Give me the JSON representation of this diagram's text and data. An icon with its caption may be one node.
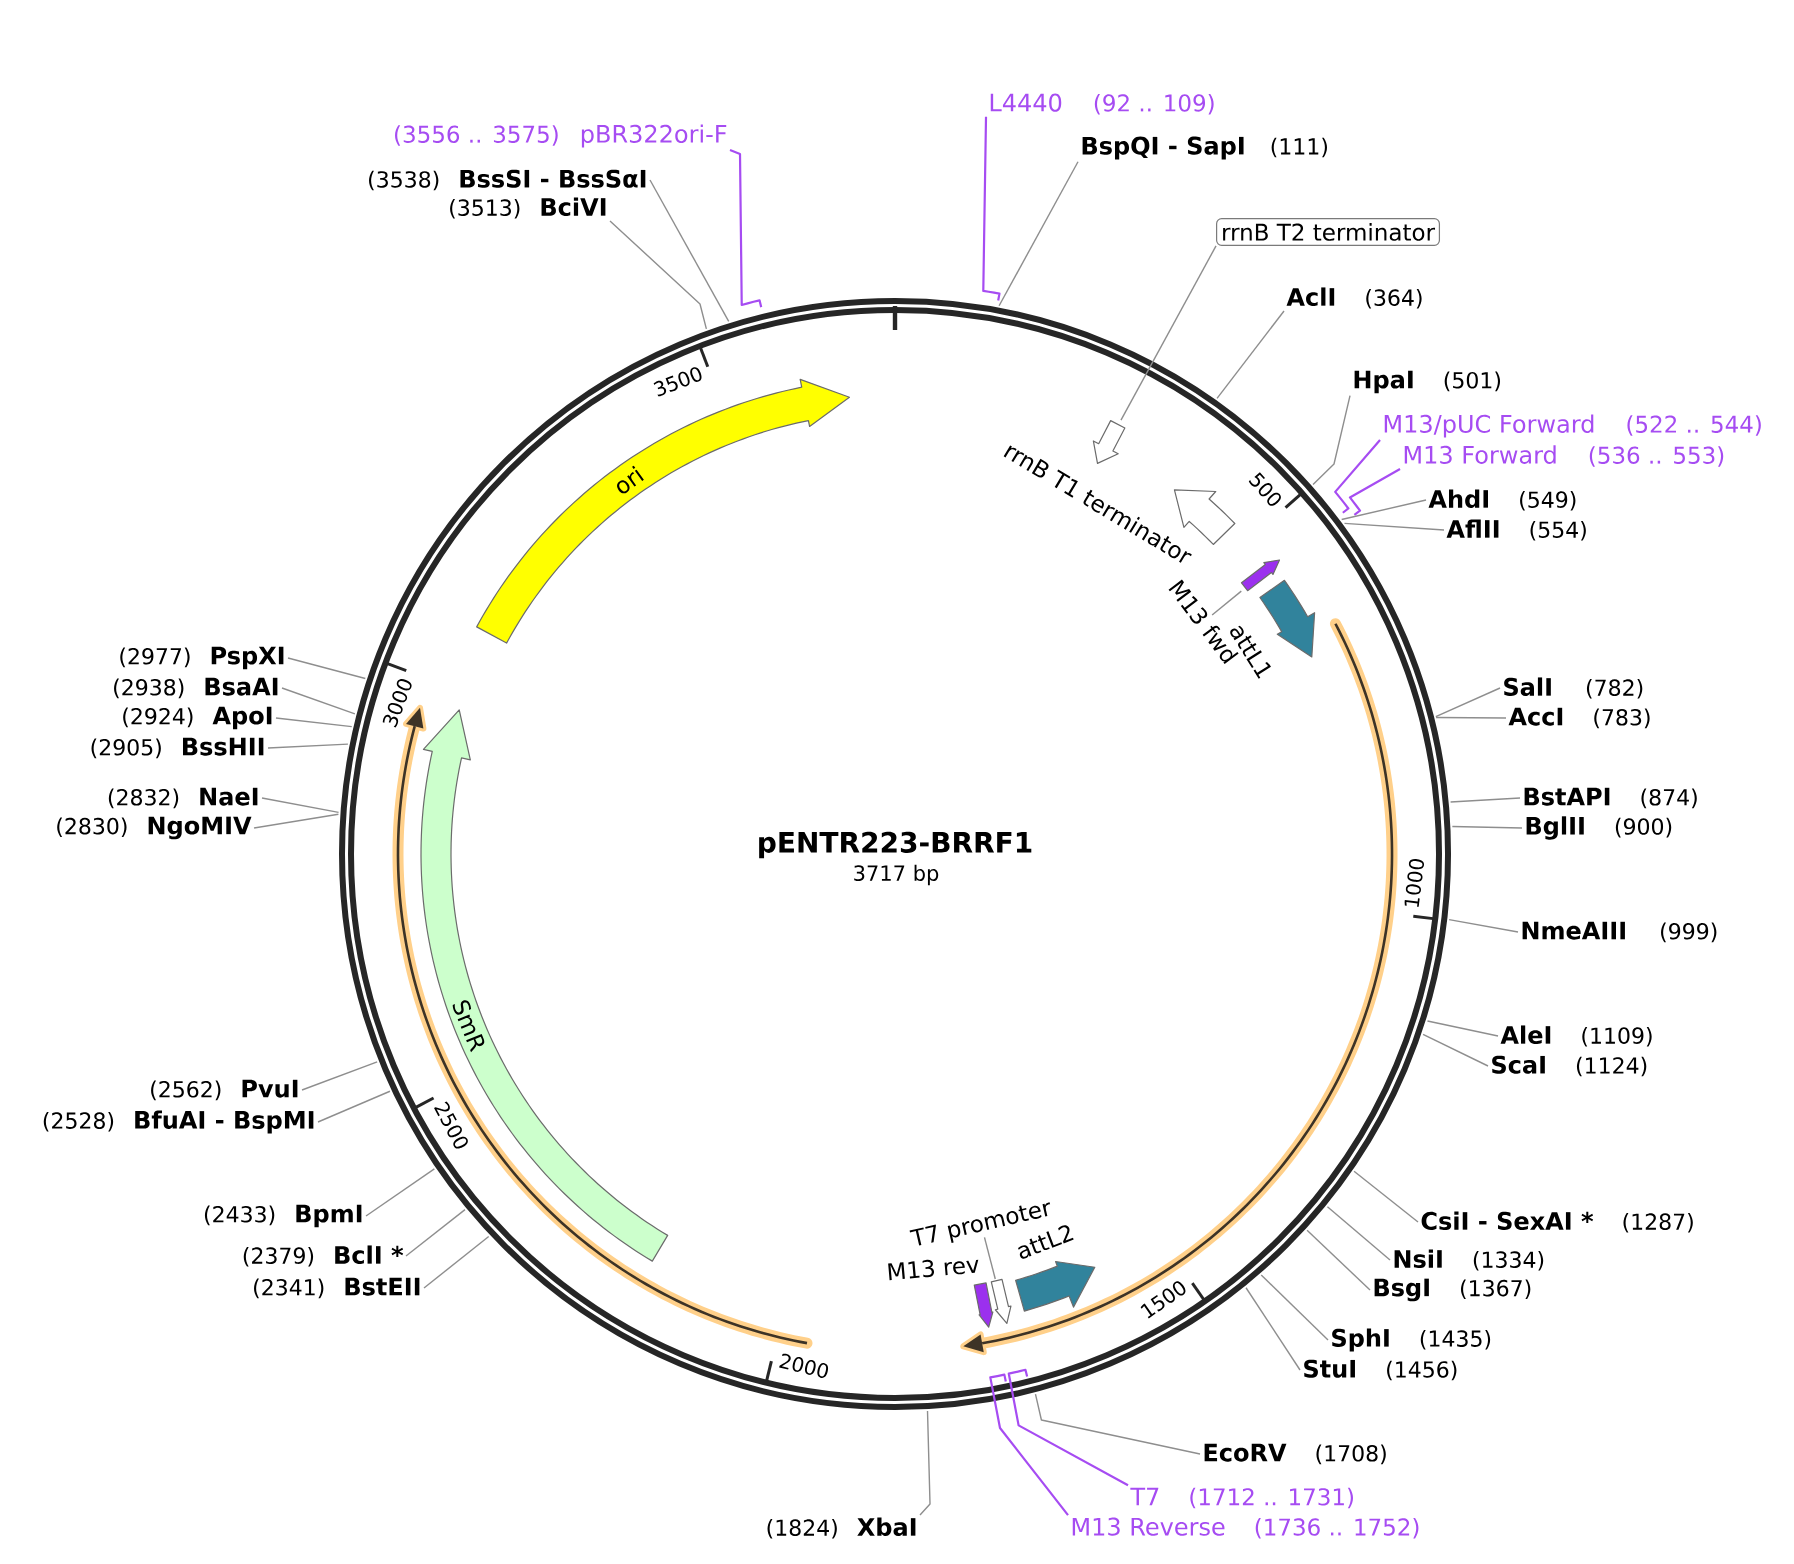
{
  "diagram": {
    "title": "pENTR223-BRRF1",
    "nodes": [
      {
        "text": [
          "(3556 .. 3575)",
          "pBR322ori-F"
        ]
      },
      {
        "text": [
          "(3538)",
          "BssSI - BssSαI"
        ]
      },
      {
        "text": [
          "(3513)",
          "BciVI"
        ]
      },
      {
        "text": [
          "L4440",
          "(92 .. 109)"
        ]
      },
      {
        "text": [
          "BspQI - SapI",
          "(111)"
        ]
      },
      {
        "text": [
          "rrnB T2 terminator"
        ]
      },
      {
        "text": [
          "AclI",
          "(364)"
        ]
      },
      {
        "text": [
          "HpaI",
          "(501)"
        ]
      },
      {
        "text": [
          "M13/pUC Forward",
          "(522 .. 544)"
        ]
      },
      {
        "text": [
          "M13 Forward",
          "(536 .. 553)"
        ]
      },
      {
        "text": [
          "AhdI",
          "(549)"
        ]
      },
      {
        "text": [
          "AflII",
          "(554)"
        ]
      },
      {
        "text": [
          "SalI",
          "(782)"
        ]
      },
      {
        "text": [
          "AccI",
          "(783)"
        ]
      },
      {
        "text": [
          "BstAPI",
          "(874)"
        ]
      },
      {
        "text": [
          "BglII",
          "(900)"
        ]
      },
      {
        "text": [
          "NmeAIII",
          "(999)"
        ]
      },
      {
        "text": [
          "AleI",
          "(1109)"
        ]
      },
      {
        "text": [
          "ScaI",
          "(1124)"
        ]
      },
      {
        "text": [
          "CsiI - SexAI *",
          "(1287)"
        ]
      },
      {
        "text": [
          "NsiI",
          "(1334)"
        ]
      },
      {
        "text": [
          "BsgI",
          "(1367)"
        ]
      },
      {
        "text": [
          "SphI",
          "(1435)"
        ]
      },
      {
        "text": [
          "StuI",
          "(1456)"
        ]
      },
      {
        "text": [
          "EcoRV",
          "(1708)"
        ]
      },
      {
        "text": [
          "T7",
          "(1712 .. 1731)"
        ]
      },
      {
        "text": [
          "M13 Reverse",
          "(1736 .. 1752)"
        ]
      },
      {
        "text": [
          "(1824)",
          "XbaI"
        ]
      },
      {
        "text": [
          "(2341)",
          "BstEII"
        ]
      },
      {
        "text": [
          "(2379)",
          "BclI *"
        ]
      },
      {
        "text": [
          "(2433)",
          "BpmI"
        ]
      },
      {
        "text": [
          "(2528)",
          "BfuAI - BspMI"
        ]
      },
      {
        "text": [
          "(2562)",
          "PvuI"
        ]
      },
      {
        "text": [
          "(2830)",
          "NgoMIV"
        ]
      },
      {
        "text": [
          "(2832)",
          "NaeI"
        ]
      },
      {
        "text": [
          "(2905)",
          "BssHII"
        ]
      },
      {
        "text": [
          "(2924)",
          "ApoI"
        ]
      },
      {
        "text": [
          "(2938)",
          "BsaAI"
        ]
      },
      {
        "text": [
          "(2977)",
          "PspXI"
        ]
      },
      {
        "text": [
          "ori"
        ]
      },
      {
        "text": [],
        "shape": "arrow"
      },
      {
        "text": [],
        "shape": "arrow",
        "beside": [
          "rrnB T1 terminator"
        ]
      },
      {
        "text": [
          "M13 fwd"
        ]
      },
      {
        "text": [],
        "shape": "arrow"
      },
      {
        "text": [],
        "shape": "arrow",
        "beside": [
          "attL1"
        ]
      },
      {
        "text": [
          "SmR"
        ]
      },
      {
        "text": [
          "T7 promoter"
        ]
      },
      {
        "text": [],
        "shape": "arrow",
        "beside": [
          "M13 rev"
        ]
      },
      {
        "text": [],
        "shape": "arrow"
      },
      {
        "text": [],
        "shape": "arrow",
        "beside": [
          "attL2"
        ]
      }
    ],
    "edges": [
      {
        "from": 0,
        "to": null,
        "arrow": "none",
        "color": "#a64cf2"
      },
      {
        "from": 1,
        "to": null,
        "arrow": "none"
      },
      {
        "from": 2,
        "to": null,
        "arrow": "none"
      },
      {
        "from": 3,
        "to": null,
        "arrow": "none",
        "color": "#a64cf2"
      },
      {
        "from": 4,
        "to": null,
        "arrow": "none"
      },
      {
        "from": 5,
        "to": 40,
        "arrow": "none"
      },
      {
        "from": 6,
        "to": null,
        "arrow": "none"
      },
      {
        "from": 7,
        "to": null,
        "arrow": "none"
      },
      {
        "from": 8,
        "to": null,
        "arrow": "none",
        "color": "#a64cf2"
      },
      {
        "from": 9,
        "to": null,
        "arrow": "none",
        "color": "#a64cf2"
      },
      {
        "from": 10,
        "to": null,
        "arrow": "none"
      },
      {
        "from": 11,
        "to": null,
        "arrow": "none"
      },
      {
        "from": 12,
        "to": null,
        "arrow": "none"
      },
      {
        "from": 13,
        "to": null,
        "arrow": "none"
      },
      {
        "from": 14,
        "to": null,
        "arrow": "none"
      },
      {
        "from": 15,
        "to": null,
        "arrow": "none"
      },
      {
        "from": 16,
        "to": null,
        "arrow": "none"
      },
      {
        "from": 17,
        "to": null,
        "arrow": "none"
      },
      {
        "from": 18,
        "to": null,
        "arrow": "none"
      },
      {
        "from": 19,
        "to": null,
        "arrow": "none"
      },
      {
        "from": 20,
        "to": null,
        "arrow": "none"
      },
      {
        "from": 21,
        "to": null,
        "arrow": "none"
      },
      {
        "from": 22,
        "to": null,
        "arrow": "none"
      },
      {
        "from": 23,
        "to": null,
        "arrow": "none"
      },
      {
        "from": 24,
        "to": null,
        "arrow": "none"
      },
      {
        "from": 25,
        "to": null,
        "arrow": "none",
        "color": "#a64cf2"
      },
      {
        "from": 26,
        "to": null,
        "arrow": "none",
        "color": "#a64cf2"
      },
      {
        "from": 27,
        "to": null,
        "arrow": "none"
      },
      {
        "from": 28,
        "to": null,
        "arrow": "none"
      },
      {
        "from": 29,
        "to": null,
        "arrow": "none"
      },
      {
        "from": 30,
        "to": null,
        "arrow": "none"
      },
      {
        "from": 31,
        "to": null,
        "arrow": "none"
      },
      {
        "from": 32,
        "to": null,
        "arrow": "none"
      },
      {
        "from": 33,
        "to": null,
        "arrow": "none"
      },
      {
        "from": 34,
        "to": null,
        "arrow": "none"
      },
      {
        "from": 35,
        "to": null,
        "arrow": "none"
      },
      {
        "from": 36,
        "to": null,
        "arrow": "none"
      },
      {
        "from": 37,
        "to": null,
        "arrow": "none"
      },
      {
        "from": 38,
        "to": null,
        "arrow": "none"
      },
      {
        "from": 42,
        "to": 43,
        "arrow": "none"
      },
      {
        "from": 46,
        "to": 48,
        "arrow": "none"
      }
    ],
    "labels": [
      "3500",
      "500",
      "3000",
      "3717 bp",
      "1000",
      "2500",
      "1500",
      "2000"
    ]
  }
}
